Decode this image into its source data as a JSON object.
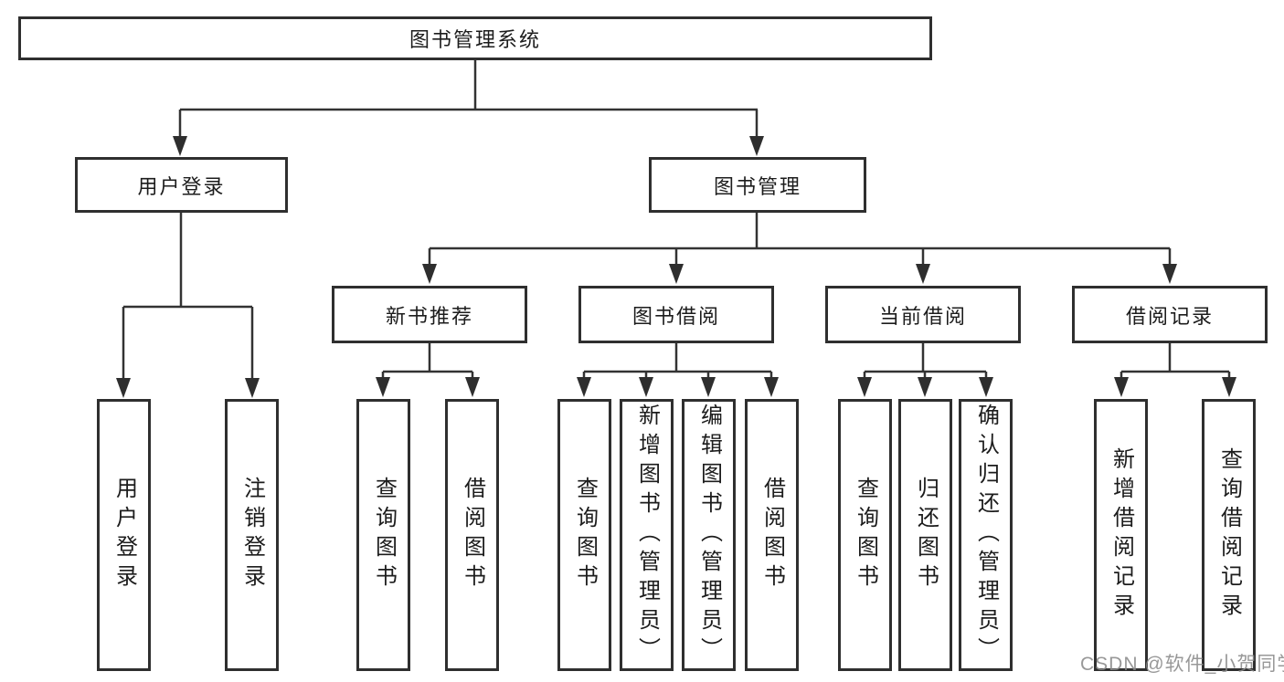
{
  "tree": {
    "root": {
      "label": "图书管理系统",
      "children": [
        {
          "label": "用户登录",
          "children": [
            {
              "label": "用户登录"
            },
            {
              "label": "注销登录"
            }
          ]
        },
        {
          "label": "图书管理",
          "children": [
            {
              "label": "新书推荐",
              "children": [
                {
                  "label": "查询图书"
                },
                {
                  "label": "借阅图书"
                }
              ]
            },
            {
              "label": "图书借阅",
              "children": [
                {
                  "label": "查询图书"
                },
                {
                  "label": "新增图书（管理员）"
                },
                {
                  "label": "编辑图书（管理员）"
                },
                {
                  "label": "借阅图书"
                }
              ]
            },
            {
              "label": "当前借阅",
              "children": [
                {
                  "label": "查询图书"
                },
                {
                  "label": "归还图书"
                },
                {
                  "label": "确认归还（管理员）"
                }
              ]
            },
            {
              "label": "借阅记录",
              "children": [
                {
                  "label": "新增借阅记录"
                },
                {
                  "label": "查询借阅记录"
                }
              ]
            }
          ]
        }
      ]
    }
  },
  "watermark": {
    "text": "CSDN @软件_小贺同学"
  },
  "colors": {
    "line": "#333333",
    "border": "#2f2f2f",
    "text": "#1c1c1c",
    "watermark": "#8a8a8a",
    "background": "#ffffff"
  }
}
